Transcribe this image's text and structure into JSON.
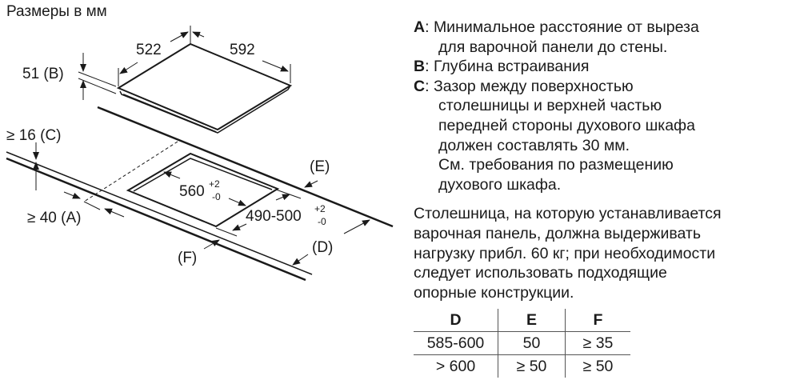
{
  "title": "Размеры в мм",
  "diagram": {
    "dim_522": "522",
    "dim_592": "592",
    "dim_b": "51 (B)",
    "dim_c": "≥ 16 (C)",
    "dim_a": "≥ 40 (A)",
    "dim_560": "560",
    "dim_490": "490-500",
    "tol_plus": "+2",
    "tol_minus": "-0",
    "label_e": "(E)",
    "label_d": "(D)",
    "label_f": "(F)"
  },
  "notes": [
    {
      "key": "A",
      "lines": [
        "Минимальное расстояние от выреза",
        "для варочной панели до стены."
      ]
    },
    {
      "key": "B",
      "lines": [
        "Глубина встраивания"
      ]
    },
    {
      "key": "C",
      "lines": [
        "Зазор между поверхностью",
        "столешницы и верхней частью",
        "передней стороны духового шкафа",
        "должен составлять 30 мм.",
        "См. требования по размещению",
        "духового шкафа."
      ]
    }
  ],
  "paragraph": [
    "Столешница, на которую устанавливается",
    "варочная панель, должна выдерживать",
    "нагрузку прибл. 60 кг; при необходимости",
    "следует использовать подходящие",
    "опорные конструкции."
  ],
  "table": {
    "headers": [
      "D",
      "E",
      "F"
    ],
    "rows": [
      [
        "585-600",
        "50",
        "≥ 35"
      ],
      [
        "> 600",
        "≥ 50",
        "≥ 50"
      ]
    ]
  }
}
